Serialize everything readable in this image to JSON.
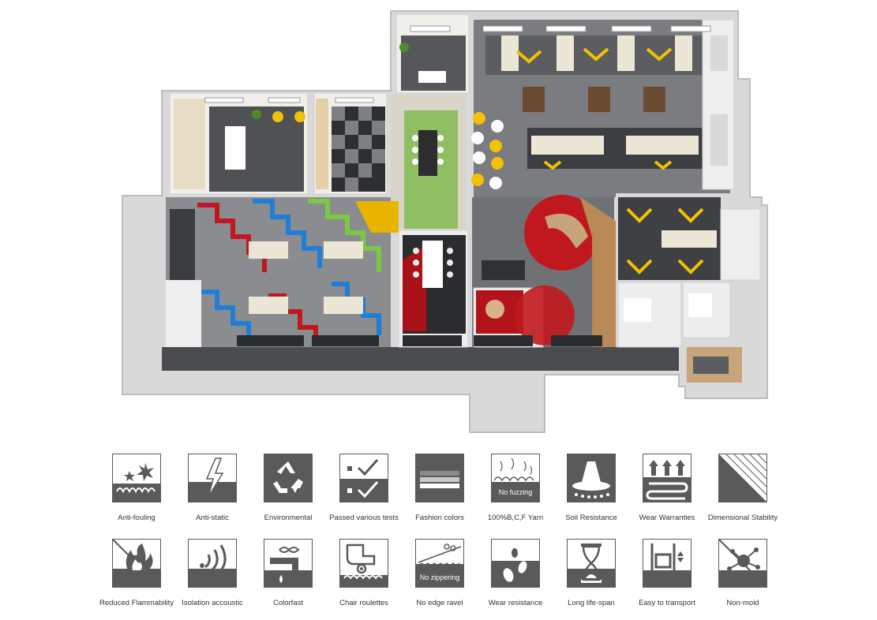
{
  "colors": {
    "icon_dark": "#5a5a5a",
    "icon_light": "#ffffff",
    "floor_gray": "#6f7175",
    "wall": "#e6e6e6",
    "carpet_red": "#c0181e",
    "carpet_blue": "#1f7fd6",
    "carpet_green": "#7ac943",
    "carpet_yellow": "#e8b400",
    "wood": "#c8a47a"
  },
  "plan": {
    "description_icon": "office-floorplan-render"
  },
  "features": [
    {
      "id": "anti-fouling",
      "label": "Anti-fouling",
      "icon": "stars-icon"
    },
    {
      "id": "anti-static",
      "label": "Anti-static",
      "icon": "lightning-icon"
    },
    {
      "id": "environmental",
      "label": "Environmental",
      "icon": "recycle-icon"
    },
    {
      "id": "passed-tests",
      "label": "Passed various tests",
      "icon": "checkmark-icon"
    },
    {
      "id": "fashion-colors",
      "label": "Fashion colors",
      "icon": "color-stripes-icon"
    },
    {
      "id": "yarn",
      "label": "100%B,C,F Yarn",
      "icon": "yarn-icon",
      "tile_text": "No fuzzing"
    },
    {
      "id": "soil-resistance",
      "label": "Soil Resistance",
      "icon": "soil-icon"
    },
    {
      "id": "wear-warranties",
      "label": "Wear Warranties",
      "icon": "arrows-up-icon"
    },
    {
      "id": "dimensional-stability",
      "label": "Dimensional Stability",
      "icon": "diagonal-icon"
    },
    {
      "id": "reduced-flammability",
      "label": "Reduced Flammability",
      "icon": "flame-icon"
    },
    {
      "id": "isolation-acoustic",
      "label": "Isolation accoustic",
      "icon": "sound-waves-icon"
    },
    {
      "id": "colorfast",
      "label": "Colorfast",
      "icon": "faucet-icon"
    },
    {
      "id": "chair-roulettes",
      "label": "Chair roulettes",
      "icon": "chair-icon"
    },
    {
      "id": "no-edge-ravel",
      "label": "No edge ravel",
      "icon": "scissors-icon",
      "tile_text": "No zippering"
    },
    {
      "id": "wear-resistance",
      "label": "Wear resistance",
      "icon": "footprints-icon"
    },
    {
      "id": "long-life-span",
      "label": "Long life-span",
      "icon": "hourglass-icon"
    },
    {
      "id": "easy-transport",
      "label": "Easy to transport",
      "icon": "cart-icon"
    },
    {
      "id": "non-mold",
      "label": "Non-moid",
      "icon": "mold-icon"
    }
  ]
}
